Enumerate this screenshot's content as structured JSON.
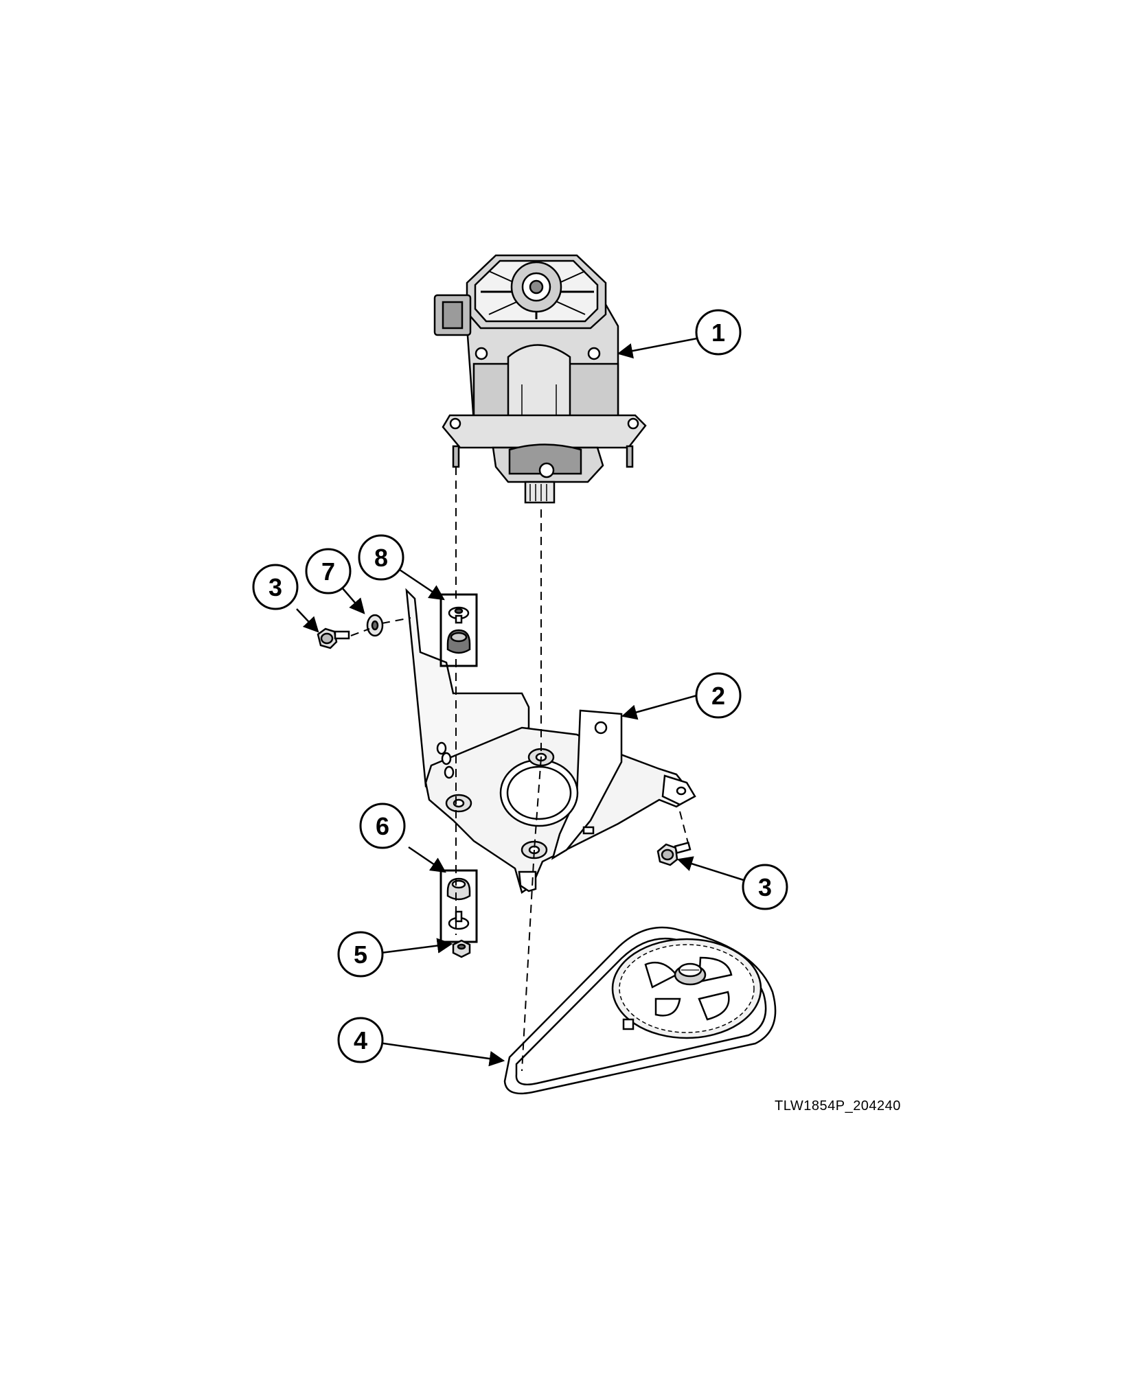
{
  "figure_id": "TLW1854P_204240",
  "callouts": [
    {
      "key": "c1",
      "label": "1"
    },
    {
      "key": "c2",
      "label": "2"
    },
    {
      "key": "c3a",
      "label": "3"
    },
    {
      "key": "c3b",
      "label": "3"
    },
    {
      "key": "c4",
      "label": "4"
    },
    {
      "key": "c5",
      "label": "5"
    },
    {
      "key": "c6",
      "label": "6"
    },
    {
      "key": "c7",
      "label": "7"
    },
    {
      "key": "c8",
      "label": "8"
    }
  ],
  "parts": [
    "motor",
    "motor-bracket",
    "bracket-screw",
    "drive-belt",
    "nut",
    "lower-mount-grommets",
    "washer",
    "upper-mount-grommets"
  ],
  "colors": {
    "line": "#000000",
    "fill_light": "#e8e8e8",
    "fill_mid": "#bdbdbd",
    "fill_dark": "#555555",
    "background": "#ffffff"
  }
}
